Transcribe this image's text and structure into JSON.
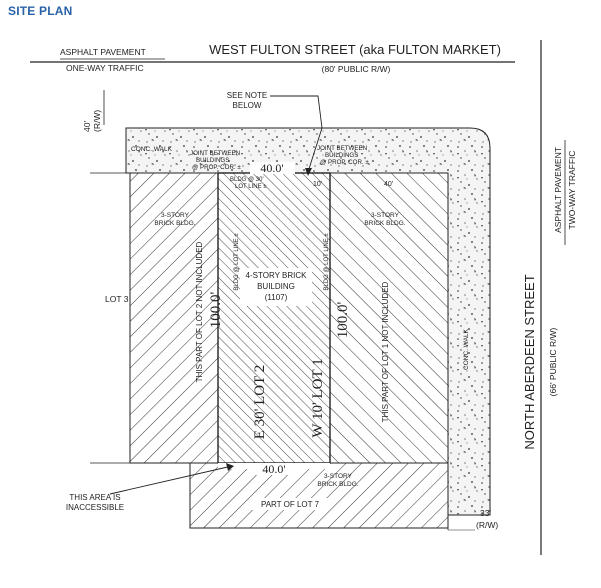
{
  "page_title": "SITE PLAN",
  "streets": {
    "west_fulton": {
      "name": "WEST FULTON STREET (aka FULTON MARKET)",
      "row": "(80' PUBLIC R/W)",
      "pavement": "ASPHALT PAVEMENT",
      "traffic": "ONE-WAY TRAFFIC",
      "row_width": "40'",
      "row_abbrev": "(R/W)"
    },
    "north_aberdeen": {
      "name": "NORTH ABERDEEN STREET",
      "row": "(66' PUBLIC R/W)",
      "pavement": "ASPHALT PAVEMENT",
      "traffic": "TWO-WAY TRAFFIC",
      "row_width": "33'",
      "row_abbrev": "(R/W)"
    }
  },
  "notes": {
    "see_note_line1": "SEE NOTE",
    "see_note_line2": "BELOW",
    "joint_left": [
      "JOINT BETWEEN",
      "BUILDINGS",
      "@ PROP. COR. ±"
    ],
    "joint_right": [
      "JOINT BETWEEN",
      "BUILDINGS",
      "@ PROP. COR. ±"
    ],
    "conc_walk_top": "CONC. WALK",
    "conc_walk_side": "CONC. WALK",
    "inaccessible_line1": "THIS AREA IS",
    "inaccessible_line2": "INACCESSIBLE"
  },
  "dimensions": {
    "top_width": "40.0'",
    "bottom_width": "40.0'",
    "bldg_30": "BLDG @ 30'",
    "lot_line": "LOT LINE ±",
    "ten_ft": "10'",
    "forty_right": "40'",
    "depth_left": "100.0'",
    "depth_right": "100.0'"
  },
  "parcels": {
    "left_bldg": [
      "3-STORY",
      "BRICK BLDG."
    ],
    "right_bldg": [
      "3-STORY",
      "BRICK BLDG."
    ],
    "bottom_bldg": [
      "3-STORY",
      "BRICK BLDG."
    ],
    "main_bldg": [
      "4-STORY BRICK",
      "BUILDING",
      "(1107)"
    ],
    "lot3": "LOT 3",
    "lot7": "PART OF LOT 7",
    "left_not_included": "THIS PART OF LOT 2 NOT INCLUDED",
    "right_not_included": "THIS PART OF LOT 1 NOT INCLUDED",
    "e30_lot2": "E 30' LOT 2",
    "w10_lot1": "W 10' LOT 1",
    "bldg_lot_line_left": "BLDG @ LOT LINE ±",
    "bldg_lot_line_right": "BLDG @ LOT LINE ±"
  }
}
